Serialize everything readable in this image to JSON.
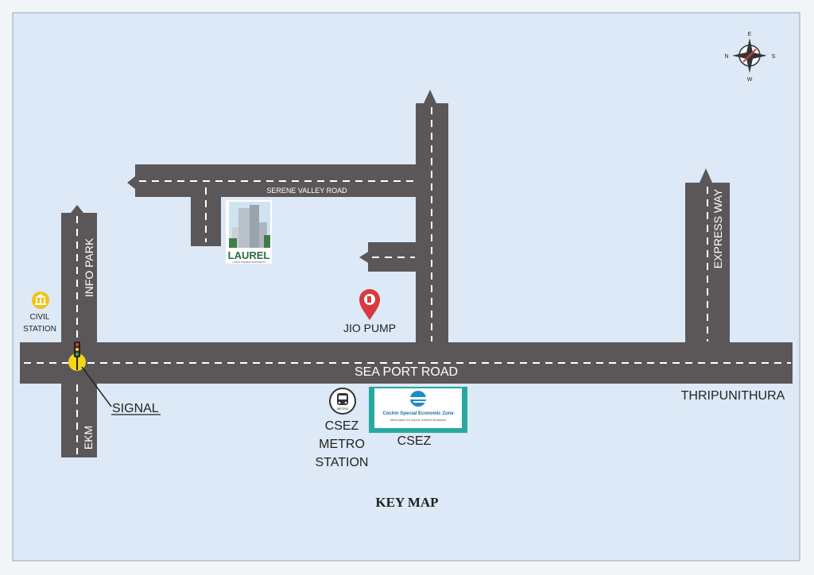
{
  "map": {
    "title": "KEY MAP",
    "roads": {
      "sea_port_road": "SEA PORT ROAD",
      "serene_valley_road": "SERENE VALLEY ROAD",
      "info_park": "INFO PARK",
      "ekm": "EKM",
      "express_way": "EXPRESS WAY"
    },
    "places": {
      "civil_station_line1": "CIVIL",
      "civil_station_line2": "STATION",
      "signal": "SIGNAL",
      "jio_pump": "JIO PUMP",
      "metro_line1": "CSEZ",
      "metro_line2": "METRO",
      "metro_line3": "STATION",
      "metro_badge": "METRO",
      "csez": "CSEZ",
      "csez_logo_title": "Cochin Special Economic Zone",
      "csez_logo_tagline": "Ideal place for export oriented Business",
      "thripunithura": "THRIPUNITHURA",
      "laurel": "LAUREL",
      "laurel_tagline": "LUXURY PREMIUM APARTMENTS"
    },
    "compass": {
      "n": "N",
      "e": "E",
      "s": "S",
      "w": "W"
    },
    "colors": {
      "road": "#5b5758",
      "background": "#dde9f6",
      "pin": "#d83a3f",
      "signal": "#f3d516",
      "civil_station_icon": "#f2c21b",
      "laurel_green": "#2f6b3c",
      "csez_logo_blue": "#1f8dc2"
    },
    "icons": [
      "compass-icon",
      "civil-station-icon",
      "traffic-light-icon",
      "fuel-pin-icon",
      "metro-icon",
      "csez-logo"
    ]
  }
}
